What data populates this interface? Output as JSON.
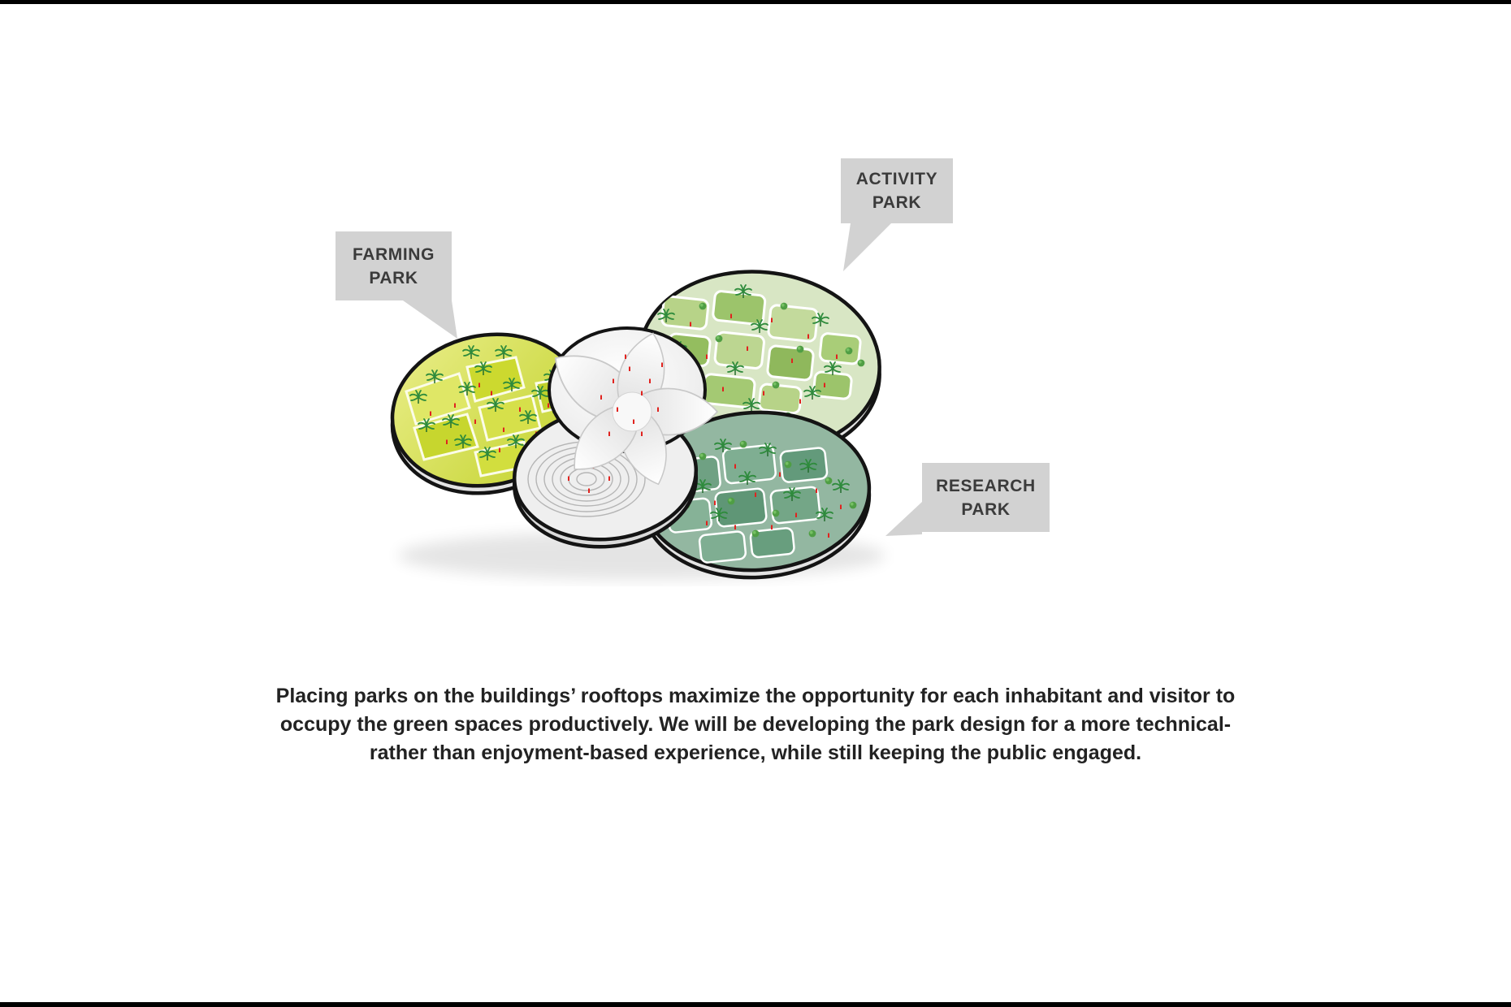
{
  "callouts": {
    "farming": {
      "label": "FARMING\nPARK"
    },
    "activity": {
      "label": "ACTIVITY\nPARK"
    },
    "research": {
      "label": "RESEARCH\nPARK"
    }
  },
  "caption": {
    "lines": [
      "Placing parks on the buildings’ rooftops maximize the opportunity for each inhabitant and visitor to",
      "occupy the green spaces productively. We will be developing the park design for a more technical-",
      "rather than enjoyment-based experience, while still keeping the public engaged."
    ]
  },
  "colors": {
    "callout_bg": "#d2d2d2",
    "callout_text": "#3b3b3b",
    "farming_green": "#c9d733",
    "activity_green": "#a9cd78",
    "research_green": "#7fae92",
    "people_red": "#e0231f",
    "outline_black": "#141414"
  }
}
